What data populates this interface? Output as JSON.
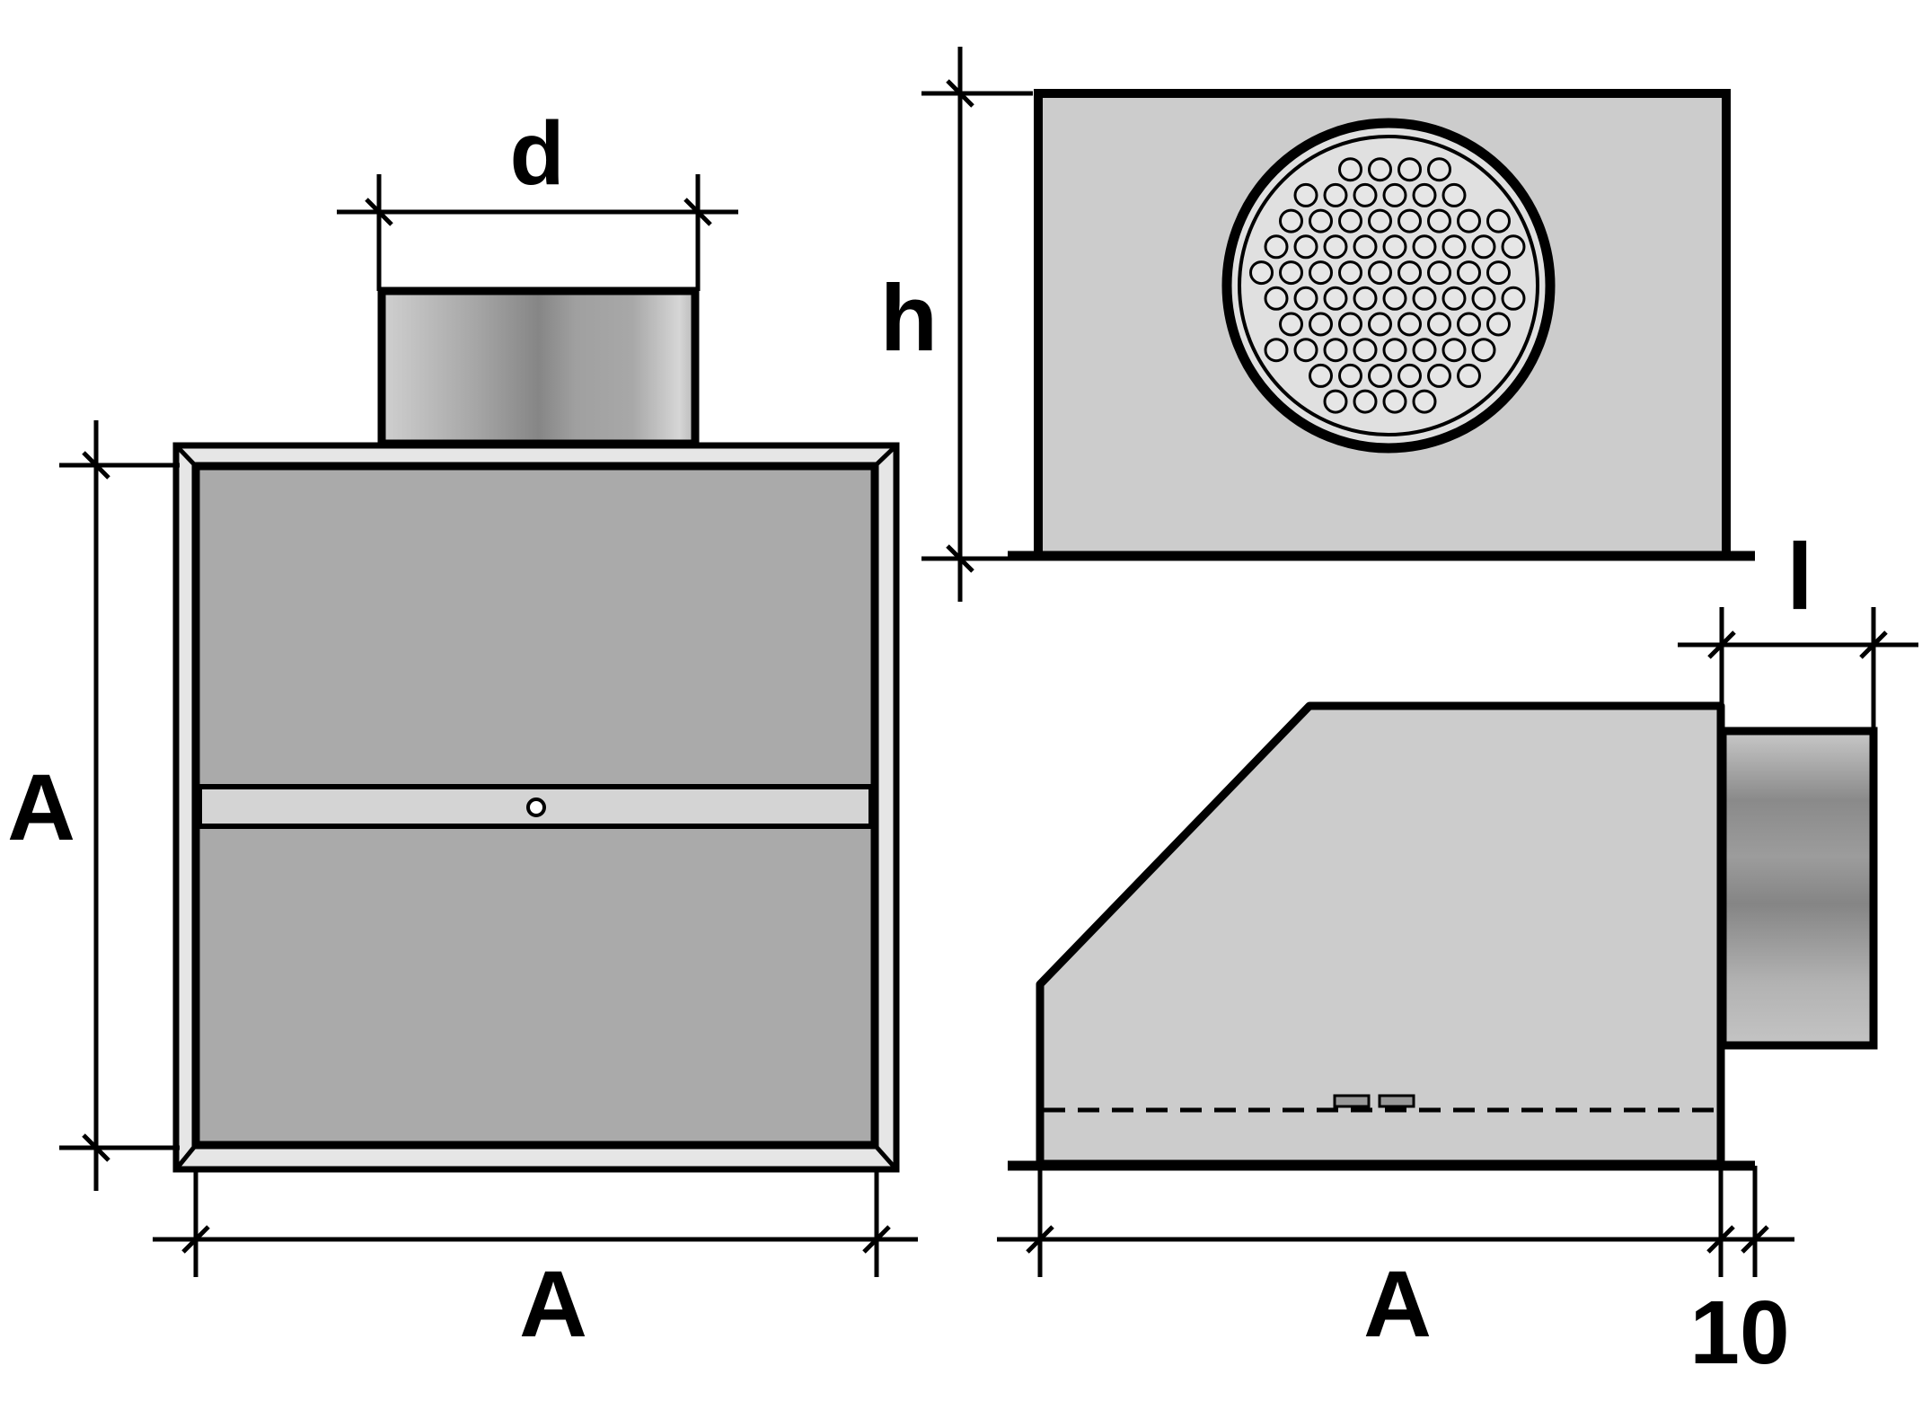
{
  "labels": {
    "d": "d",
    "h": "h",
    "l": "l",
    "A_front_height": "A",
    "A_front_width": "A",
    "A_side_width": "A",
    "ten": "10"
  },
  "colors": {
    "outline": "#000000",
    "panel": "#aaaaaa",
    "body": "#cccccc",
    "frame": "#e6e6e6",
    "strip": "#d4d4d4",
    "grille": "#e0e0e0",
    "pipe_light": "#cfcfcf",
    "pipe_dark": "#858585"
  }
}
